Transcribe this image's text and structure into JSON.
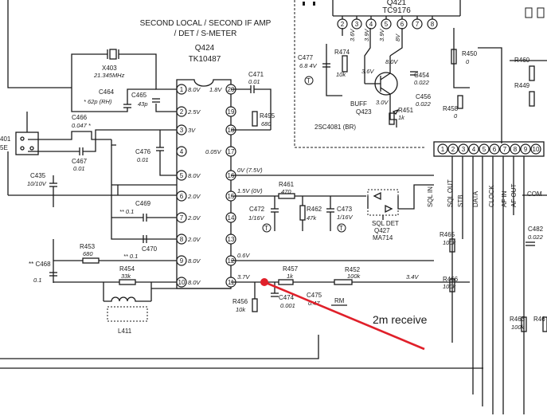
{
  "title": {
    "line1": "SECOND LOCAL / SECOND IF AMP",
    "line2": "/ DET / S-METER"
  },
  "ic_main": {
    "ref": "Q424",
    "part": "TK10487"
  },
  "ic_top": {
    "ref": "Q421",
    "part": "TC9176"
  },
  "transistor": {
    "ref": "Q423",
    "part": "2SC4081 (BR)",
    "role": "BUFF"
  },
  "detector": {
    "line1": "SQL DET",
    "line2": "Q427",
    "line3": "MA714"
  },
  "crystal": {
    "ref": "X403",
    "freq": "21.345MHz"
  },
  "coil": {
    "ref": "L411"
  },
  "left_pins": [
    {
      "num": "1",
      "volt": "8.0V"
    },
    {
      "num": "2",
      "volt": "2.5V"
    },
    {
      "num": "3",
      "volt": "3V"
    },
    {
      "num": "4",
      "volt": ""
    },
    {
      "num": "5",
      "volt": "8.0V"
    },
    {
      "num": "6",
      "volt": "2.0V"
    },
    {
      "num": "7",
      "volt": "2.0V"
    },
    {
      "num": "8",
      "volt": "2.0V"
    },
    {
      "num": "9",
      "volt": "8.0V"
    },
    {
      "num": "10",
      "volt": "8.0V"
    }
  ],
  "right_pins": [
    {
      "num": "20",
      "volt": "1.8V"
    },
    {
      "num": "19",
      "volt": ""
    },
    {
      "num": "18",
      "volt": ""
    },
    {
      "num": "17",
      "volt": "0.05V"
    },
    {
      "num": "16",
      "volt": "0V (7.5V)"
    },
    {
      "num": "15",
      "volt": "1.5V (0V)"
    },
    {
      "num": "14",
      "volt": ""
    },
    {
      "num": "13",
      "volt": ""
    },
    {
      "num": "12",
      "volt": "0.6V"
    },
    {
      "num": "11",
      "volt": "3.7V"
    }
  ],
  "top_pins": [
    {
      "num": "2",
      "volt": ""
    },
    {
      "num": "3",
      "volt": "3.6V"
    },
    {
      "num": "4",
      "volt": "3.9V"
    },
    {
      "num": "5",
      "volt": "3.9V"
    },
    {
      "num": "6",
      "volt": "8V"
    },
    {
      "num": "7",
      "volt": ""
    },
    {
      "num": "8",
      "volt": ""
    }
  ],
  "connector_pins": [
    "1",
    "2",
    "3",
    "4",
    "5",
    "6",
    "7",
    "8",
    "9",
    "10"
  ],
  "connector_signals": [
    "SQL IN",
    "SQL OUT",
    "STB",
    "DATA",
    "CLOCK",
    "AF IN",
    "AF OUT"
  ],
  "side_labels": {
    "com": "COM",
    "left_a": "401",
    "left_b": "5E"
  },
  "components": {
    "c464": "C464",
    "c464_val": "* 62p (RH)",
    "c465": "C465",
    "c465_val": "43p",
    "c466": "C466",
    "c466_val": "0.047 *",
    "c467": "C467",
    "c467_val": "0.01",
    "c476": "C476",
    "c476_val": "0.01",
    "c471": "C471",
    "c471_val": "0.01",
    "r495": "R495",
    "r495_val": "680",
    "c435": "C435",
    "c435_val": "10/10V",
    "c469": "C469",
    "c469_val": "** 0.1",
    "c470": "C470",
    "c470_val": "** 0.1",
    "r453": "R453",
    "r453_val": "680",
    "c468": "** C468",
    "c468_val": "0.1",
    "r454": "R454",
    "r454_val": "33k",
    "r461": "R461",
    "r461_val": "470",
    "c472": "C472",
    "c472_val": "1/16V",
    "r462": "R462",
    "r462_val": "47k",
    "c473": "C473",
    "c473_val": "1/16V",
    "r457": "R457",
    "r457_val": "1k",
    "r452": "R452",
    "r452_val": "100k",
    "r456": "R456",
    "r456_val": "10k",
    "c474": "C474",
    "c474_val": "0.001",
    "c475": "C475",
    "c475_val": "0.47",
    "volt_r452": "3.4V",
    "c477": "C477",
    "c477_val": "6.8 4V",
    "r474": "R474",
    "r474_val": "10k",
    "c454": "C454",
    "c454_val": "0.022",
    "c456": "C456",
    "c456_val": "0.022",
    "r451": "R451",
    "r451_val": "1k",
    "r450": "R450",
    "r450_val": "0",
    "r458": "R458",
    "r458_val": "0",
    "r460": "R460",
    "r449": "R449",
    "r465": "R465",
    "r465_val": "100k",
    "r466": "R466",
    "r466_val": "100k",
    "c482": "C482",
    "c482_val": "0.022",
    "r463": "R463",
    "r463_val": "100k",
    "r46x": "R46",
    "q423_v1": "8.0V",
    "q423_v2": "3.6V",
    "q423_v3": "3.0V",
    "marker_t1": "T",
    "marker_t2": "T",
    "marker_t3": "T",
    "marker_rm": "RM"
  },
  "annotation": {
    "text": "2m receive",
    "color": "#e0202a"
  }
}
